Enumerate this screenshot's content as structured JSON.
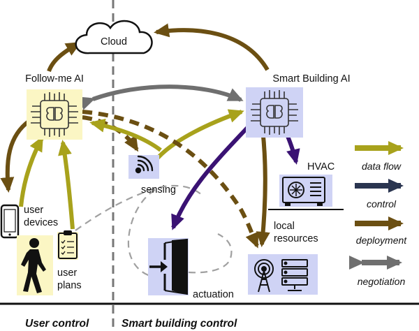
{
  "nodes": {
    "cloud": "Cloud",
    "followme_ai": "Follow-me AI",
    "smart_building_ai": "Smart Building AI",
    "sensing": "sensing",
    "hvac": "HVAC",
    "user_devices": "user\ndevices",
    "user_plans": "user\nplans",
    "local_resources": "local\nresources",
    "actuation": "actuation"
  },
  "legend": {
    "data_flow": "data flow",
    "control": "control",
    "deployment": "deployment",
    "negotiation": "negotiation"
  },
  "footer": {
    "user_control": "User control",
    "smart_building_control": "Smart building control"
  },
  "colors": {
    "data_flow": "#a8a21c",
    "control": "#3a1273",
    "deployment": "#6b4f12",
    "negotiation": "#6f6f6f",
    "chip_bg_user": "#fbf6c4",
    "chip_bg_building": "#cfd3f5"
  }
}
